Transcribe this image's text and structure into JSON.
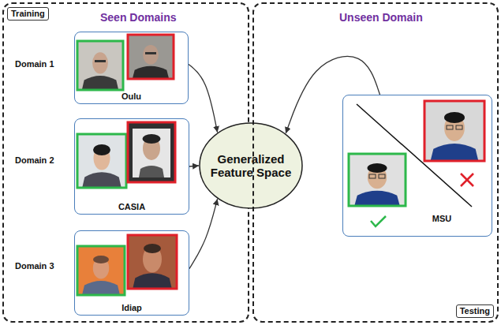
{
  "diagram": {
    "nodes": [
      {
        "text": [
          "Training",
          "Seen Domains"
        ]
      },
      {
        "text": [
          "Domain 1",
          "Oulu"
        ],
        "in": 0
      },
      {
        "text": [
          "Domain 2",
          "CASIA"
        ],
        "in": 0
      },
      {
        "text": [
          "Domain 3",
          "Idiap"
        ],
        "in": 0
      },
      {
        "text": [
          "Generalized Feature Space"
        ]
      },
      {
        "text": [
          "Unseen Domain",
          "Testing"
        ]
      },
      {
        "text": [
          "MSU"
        ],
        "in": 5
      }
    ],
    "edges": [
      {
        "from": 1,
        "to": 4,
        "arrow": "to"
      },
      {
        "from": 2,
        "to": 4,
        "arrow": "to"
      },
      {
        "from": 3,
        "to": 4,
        "arrow": "to"
      },
      {
        "from": 6,
        "to": 4,
        "arrow": "to"
      }
    ]
  }
}
